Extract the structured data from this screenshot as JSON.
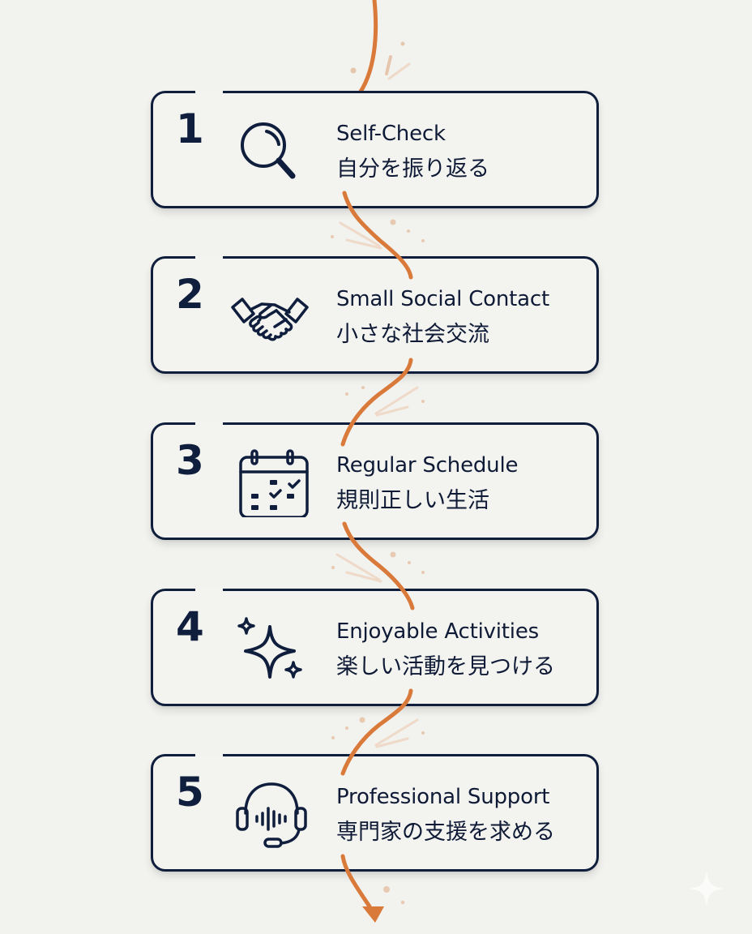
{
  "steps": [
    {
      "number": "1",
      "title_en": "Self-Check",
      "title_ja": "自分を振り返る",
      "icon": "magnifier-icon"
    },
    {
      "number": "2",
      "title_en": "Small Social Contact",
      "title_ja": "小さな社会交流",
      "icon": "handshake-icon"
    },
    {
      "number": "3",
      "title_en": "Regular Schedule",
      "title_ja": "規則正しい生活",
      "icon": "calendar-check-icon"
    },
    {
      "number": "4",
      "title_en": "Enjoyable Activities",
      "title_ja": "楽しい活動を見つける",
      "icon": "sparkles-icon"
    },
    {
      "number": "5",
      "title_en": "Professional Support",
      "title_ja": "専門家の支援を求める",
      "icon": "headset-icon"
    }
  ],
  "colors": {
    "navy": "#0f1e3c",
    "accent_orange": "#d9793a",
    "background": "#f2f2ee"
  },
  "flow": {
    "direction": "down",
    "end_marker": "arrow-down"
  }
}
